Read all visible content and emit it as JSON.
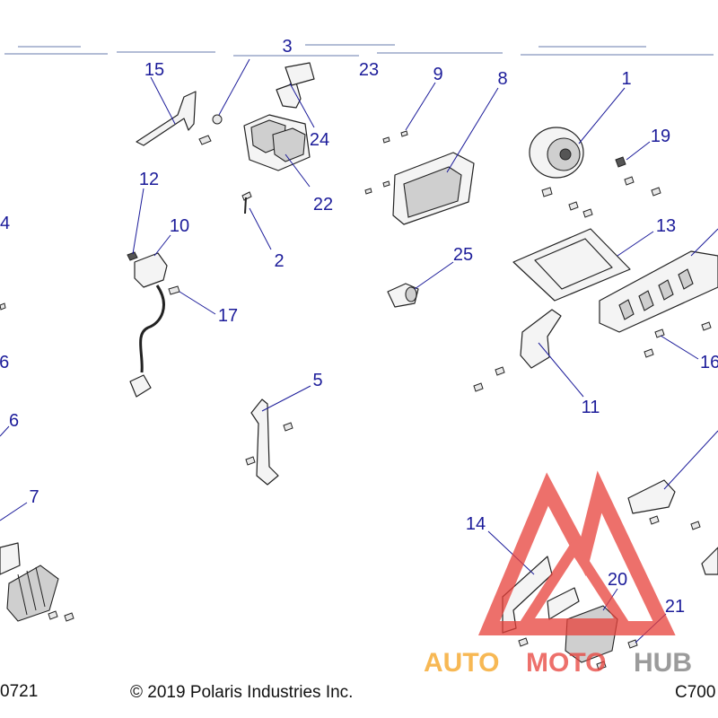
{
  "callouts": {
    "c1": "1",
    "c2": "2",
    "c3": "3",
    "c4": "4",
    "c5": "5",
    "c6a": "6",
    "c6b": "6",
    "c7": "7",
    "c8": "8",
    "c9": "9",
    "c10": "10",
    "c11": "11",
    "c12": "12",
    "c13": "13",
    "c14": "14",
    "c15": "15",
    "c16a": "16",
    "c16b": "16",
    "c17": "17",
    "c19": "19",
    "c20": "20",
    "c21": "21",
    "c22": "22",
    "c23": "23",
    "c24": "24",
    "c25": "25"
  },
  "footer": {
    "left_code": "0721",
    "copyright": "© 2019 Polaris Industries Inc.",
    "right_code": "C700"
  },
  "watermark": {
    "auto": "AUTO",
    "moto": "MOTO",
    "hub": "HUB",
    "colors": {
      "red": "#e8413a",
      "orange": "#f5a11c",
      "gray": "#7a7a7a"
    }
  },
  "colors": {
    "callout": "#1c1c9a",
    "line_art": "#222222"
  }
}
